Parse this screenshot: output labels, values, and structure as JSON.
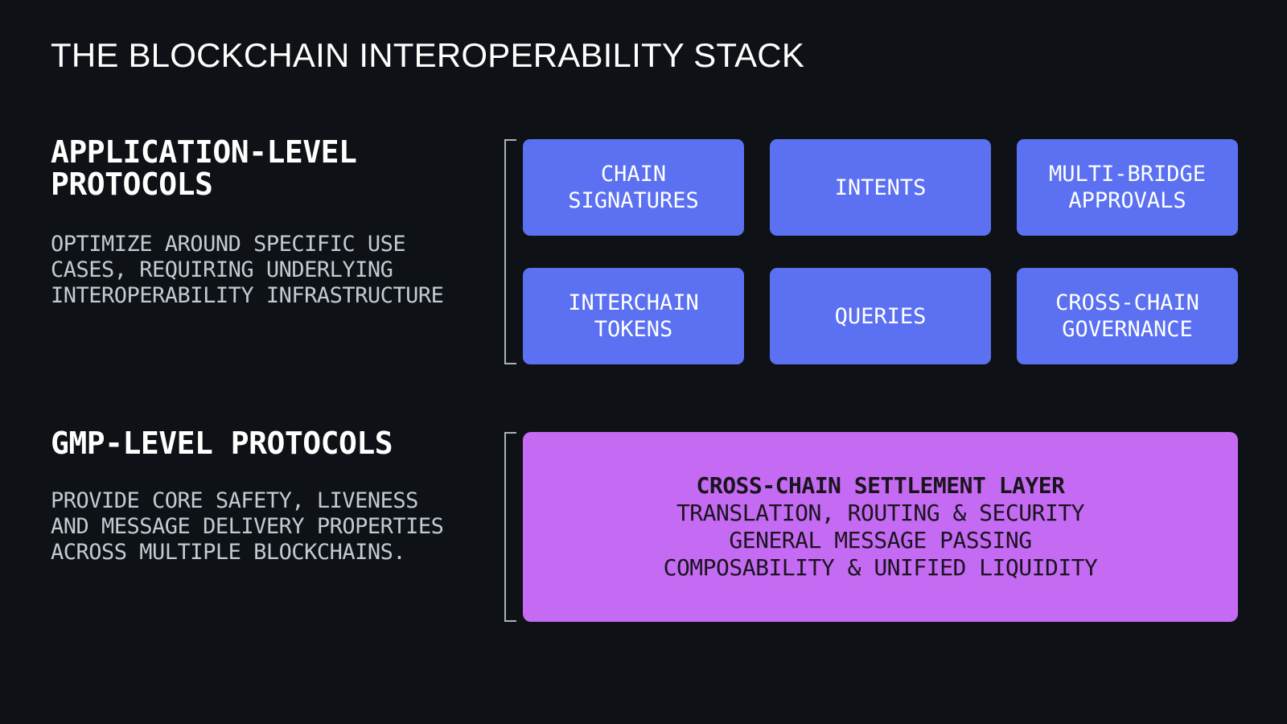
{
  "title": "THE BLOCKCHAIN INTEROPERABILITY STACK",
  "colors": {
    "background": "#0e1115",
    "accent-blue": "#5b71f1",
    "accent-purple": "#c56af2",
    "heading-text": "#ffffff",
    "body-text": "#c3cad4",
    "box-text-light": "#ffffff",
    "box-text-dark": "#1a141f",
    "bracket": "#adb2b6"
  },
  "sections": [
    {
      "name": "application-level",
      "heading_lines": [
        "APPLICATION-LEVEL",
        "PROTOCOLS"
      ],
      "description_lines": [
        "OPTIMIZE AROUND SPECIFIC USE",
        "CASES, REQUIRING UNDERLYING",
        "INTEROPERABILITY INFRASTRUCTURE"
      ],
      "boxes": [
        {
          "label": "CHAIN SIGNATURES"
        },
        {
          "label": "INTENTS"
        },
        {
          "label": "MULTI-BRIDGE APPROVALS"
        },
        {
          "label": "INTERCHAIN TOKENS"
        },
        {
          "label": "QUERIES"
        },
        {
          "label": "CROSS-CHAIN GOVERNANCE"
        }
      ]
    },
    {
      "name": "gmp-level",
      "heading_lines": [
        "GMP-LEVEL PROTOCOLS"
      ],
      "description_lines": [
        "PROVIDE CORE SAFETY, LIVENESS",
        "AND MESSAGE DELIVERY PROPERTIES",
        "ACROSS MULTIPLE BLOCKCHAINS."
      ],
      "settlement_box": {
        "title": "CROSS-CHAIN SETTLEMENT LAYER",
        "lines": [
          "TRANSLATION, ROUTING & SECURITY",
          "GENERAL MESSAGE PASSING",
          "COMPOSABILITY & UNIFIED LIQUIDITY"
        ]
      }
    }
  ]
}
